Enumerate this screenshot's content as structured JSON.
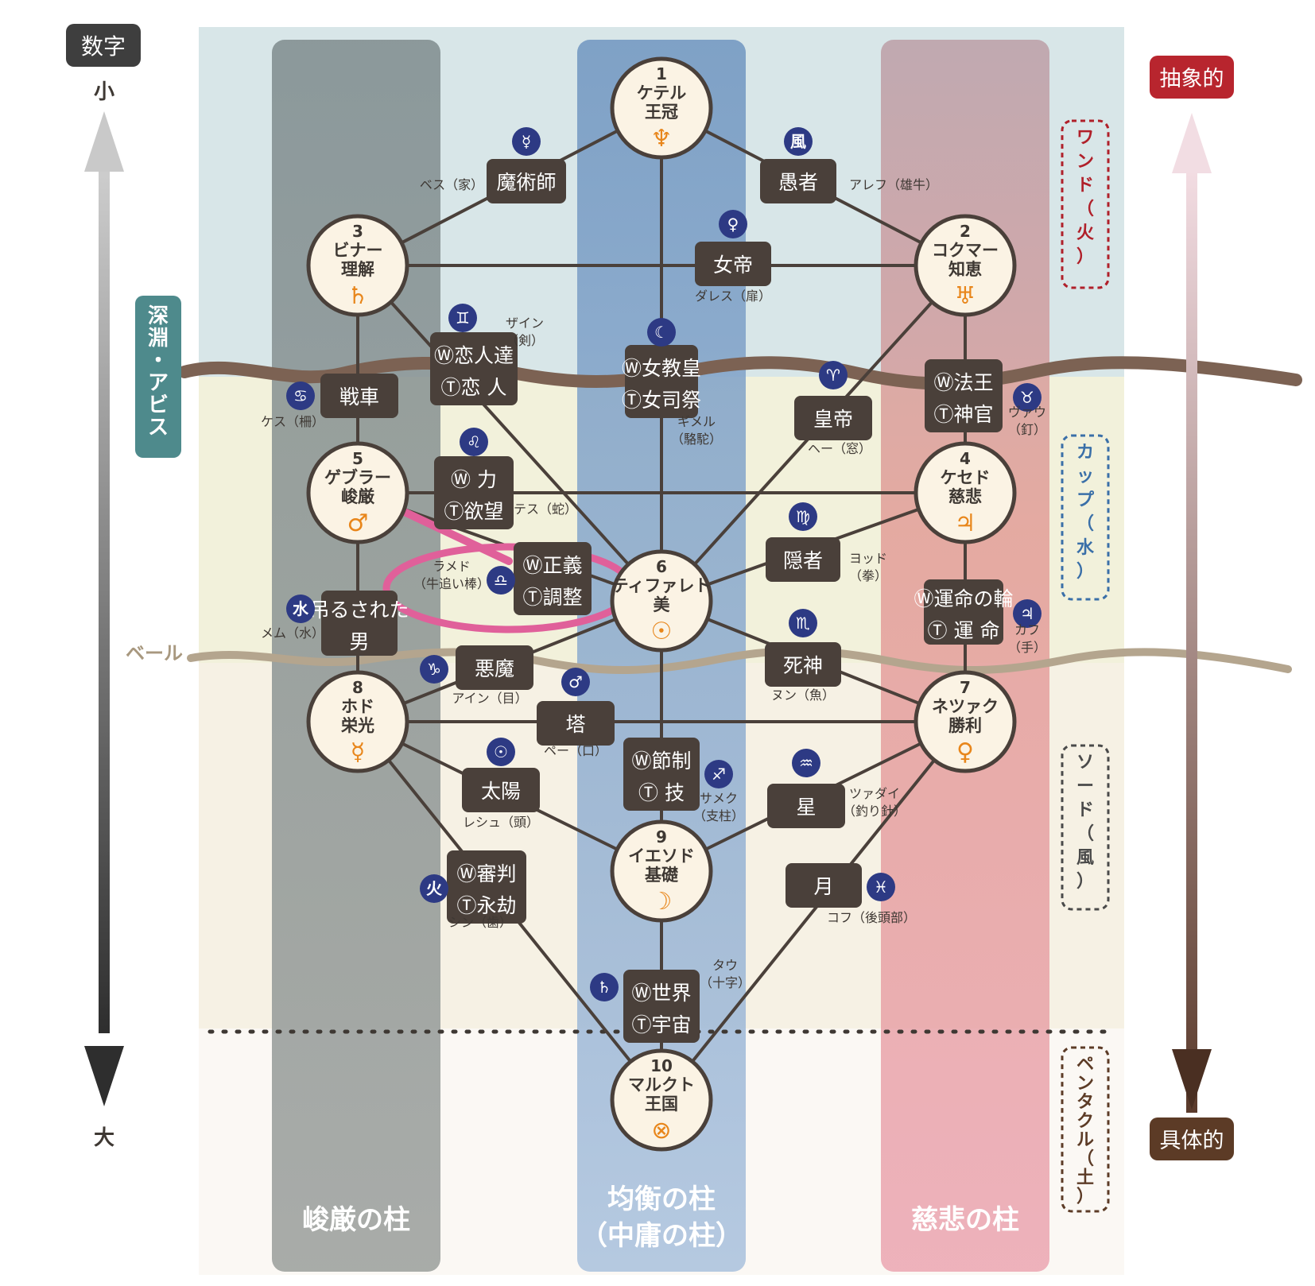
{
  "left_axis": {
    "label": "数字",
    "top": "小",
    "bottom": "大"
  },
  "right_axis": {
    "top": "抽象的",
    "bottom": "具体的"
  },
  "abyss_label": "深淵・アビス",
  "veil_label": "ベール",
  "pillars": {
    "severity": "峻厳の柱",
    "balance_1": "均衡の柱",
    "balance_2": "（中庸の柱）",
    "mercy": "慈悲の柱"
  },
  "suits": [
    {
      "label": "ワンド（火）"
    },
    {
      "label": "カップ（水）"
    },
    {
      "label": "ソード（風）"
    },
    {
      "label": "ペンタクル（土）"
    }
  ],
  "sephiroth": [
    {
      "num": "1",
      "l1": "ケテル",
      "l2": "王冠",
      "sym": "♆"
    },
    {
      "num": "2",
      "l1": "コクマー",
      "l2": "知恵",
      "sym": "♅"
    },
    {
      "num": "3",
      "l1": "ビナー",
      "l2": "理解",
      "sym": "♄"
    },
    {
      "num": "4",
      "l1": "ケセド",
      "l2": "慈悲",
      "sym": "♃"
    },
    {
      "num": "5",
      "l1": "ゲブラー",
      "l2": "峻厳",
      "sym": "♂"
    },
    {
      "num": "6",
      "l1": "ティファレト",
      "l2": "美",
      "sym": "☉"
    },
    {
      "num": "7",
      "l1": "ネツァク",
      "l2": "勝利",
      "sym": "♀"
    },
    {
      "num": "8",
      "l1": "ホド",
      "l2": "栄光",
      "sym": "☿"
    },
    {
      "num": "9",
      "l1": "イエソド",
      "l2": "基礎",
      "sym": "☽"
    },
    {
      "num": "10",
      "l1": "マルクト",
      "l2": "王国",
      "sym": "⊗"
    }
  ],
  "paths": [
    {
      "l1": "魔術師",
      "hebrew": "ベス（家）",
      "badge": "☿"
    },
    {
      "l1": "愚者",
      "hebrew": "アレフ（雄牛）",
      "badge": "風"
    },
    {
      "l1": "女帝",
      "hebrew": "ダレス（扉）",
      "badge": "♀"
    },
    {
      "l1": "Ⓦ恋人達",
      "l2": "Ⓣ恋 人",
      "hebrew": "ザイン",
      "hebrew2": "（剣）",
      "badge": "♊"
    },
    {
      "l1": "Ⓦ女教皇",
      "l2": "Ⓣ女司祭",
      "hebrew": "ギメル",
      "hebrew2": "（駱駝）",
      "badge": "☾"
    },
    {
      "l1": "Ⓦ法王",
      "l2": "Ⓣ神官",
      "hebrew": "ヴァウ",
      "hebrew2": "（釘）",
      "badge": "♉"
    },
    {
      "l1": "戦車",
      "hebrew": "ケス（柵）",
      "badge": "♋"
    },
    {
      "l1": "皇帝",
      "hebrew": "ヘー（窓）",
      "badge": "♈"
    },
    {
      "l1": "Ⓦ 力",
      "l2": "Ⓣ欲望",
      "hebrew": "テス（蛇）",
      "badge": "♌"
    },
    {
      "l1": "Ⓦ正義",
      "l2": "Ⓣ調整",
      "hebrew": "ラメド",
      "hebrew2": "（牛追い棒）",
      "badge": "♎"
    },
    {
      "l1": "隠者",
      "hebrew": "ヨッド",
      "hebrew2": "（拳）",
      "badge": "♍"
    },
    {
      "l1": "吊るされた",
      "l2": "男",
      "hebrew": "メム（水）",
      "badge": "水"
    },
    {
      "l1": "Ⓦ運命の輪",
      "l2": "Ⓣ 運 命",
      "hebrew": "カフ",
      "hebrew2": "（手）",
      "badge": "♃"
    },
    {
      "l1": "死神",
      "hebrew": "ヌン（魚）",
      "badge": "♏"
    },
    {
      "l1": "悪魔",
      "hebrew": "アイン（目）",
      "badge": "♑"
    },
    {
      "l1": "塔",
      "hebrew": "ペー（口）",
      "badge": "♂"
    },
    {
      "l1": "太陽",
      "hebrew": "レシュ（頭）",
      "badge": "☉"
    },
    {
      "l1": "Ⓦ節制",
      "l2": "Ⓣ 技",
      "hebrew": "サメク",
      "hebrew2": "（支柱）",
      "badge": "♐"
    },
    {
      "l1": "星",
      "hebrew": "ツァダイ",
      "hebrew2": "（釣り針）",
      "badge": "♒"
    },
    {
      "l1": "Ⓦ審判",
      "l2": "Ⓣ永劫",
      "hebrew": "シン（歯）",
      "badge": "火"
    },
    {
      "l1": "月",
      "hebrew": "コフ（後頭部）",
      "badge": "♓"
    },
    {
      "l1": "Ⓦ世界",
      "l2": "Ⓣ宇宙",
      "hebrew": "タウ",
      "hebrew2": "（十字）",
      "badge": "♄"
    }
  ],
  "colors": {
    "severity_pillar": "#8a9698",
    "balance_pillar": "#7fa3c8",
    "mercy_pillar": "#d98f99",
    "box": "#4a403a",
    "line": "#4a403a",
    "badge": "#2d3a84",
    "sym": "#e8861b",
    "highlight": "#e0609a",
    "abyss_badge": "#4e8a8c"
  }
}
